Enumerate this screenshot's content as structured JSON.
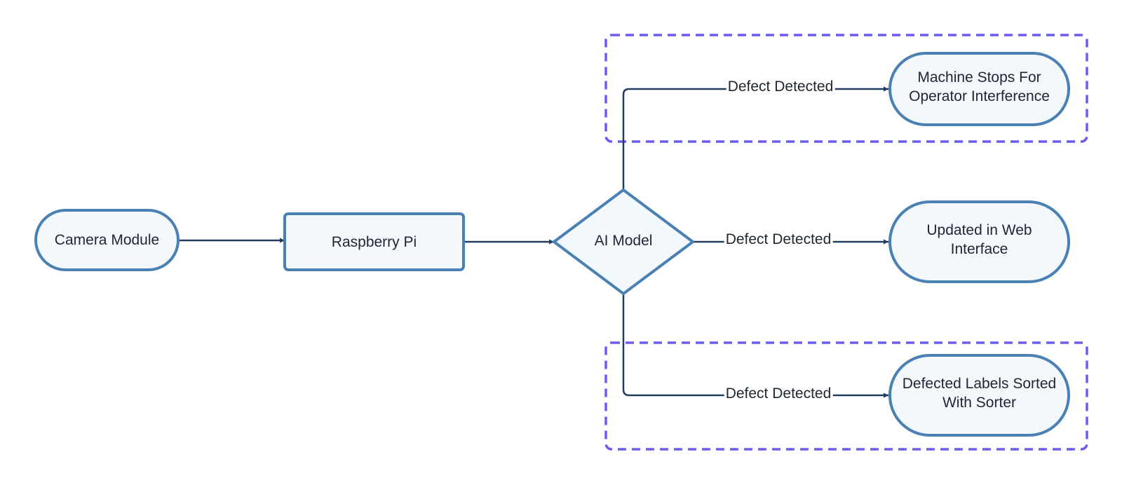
{
  "nodes": {
    "camera": "Camera Module",
    "pi": "Raspberry Pi",
    "ai": "AI Model",
    "machine": "Machine Stops For\nOperator Interference",
    "web": "Updated in Web\nInterface",
    "sorter": "Defected Labels Sorted\nWith Sorter"
  },
  "edges": {
    "top": "Defect Detected",
    "middle": "Defect Detected",
    "bottom": "Defect Detected"
  },
  "colors": {
    "node_fill": "#f3f8fc",
    "node_stroke": "#4a80b3",
    "edge": "#1f3c5f",
    "group_border": "#6a5cf0"
  }
}
